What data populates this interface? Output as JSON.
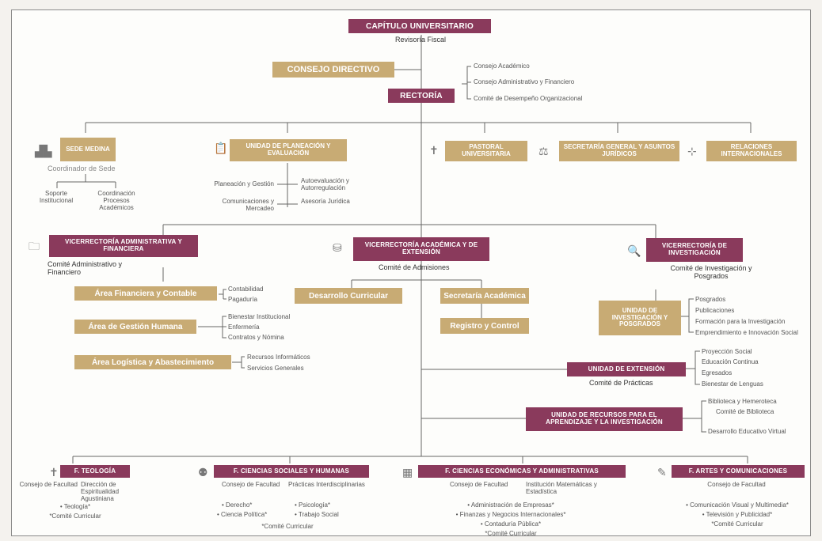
{
  "top": {
    "capitulo": "CAPÍTULO UNIVERSITARIO",
    "revisoria": "Revisoría Fiscal",
    "consejo": "CONSEJO DIRECTIVO",
    "rectoria": "RECTORÍA",
    "comites": [
      "Consejo Académico",
      "Consejo Administrativo y Financiero",
      "Comité de Desempeño Organizacional"
    ]
  },
  "level2": {
    "sede": "SEDE MEDINA",
    "sede_sub": "Coordinador de Sede",
    "sede_items": [
      "Soporte Institucional",
      "Coordinación Procesos Académicos"
    ],
    "planeacion": "UNIDAD DE PLANEACIÓN Y EVALUACIÓN",
    "plan_left": [
      "Planeación y Gestión",
      "Comunicaciones y Mercadeo"
    ],
    "plan_right": [
      "Autoevaluación y Autorregulación",
      "Asesoría Jurídica"
    ],
    "pastoral": "PASTORAL UNIVERSITARIA",
    "secretaria": "SECRETARÍA GENERAL Y ASUNTOS JURÍDICOS",
    "relaciones": "RELACIONES INTERNACIONALES"
  },
  "vice_admin": {
    "title": "VICERRECTORÍA ADMINISTRATIVA Y FINANCIERA",
    "comite": "Comité Administrativo y Financiero",
    "areas": [
      {
        "label": "Área Financiera y Contable",
        "items": [
          "Contabilidad",
          "Pagaduría"
        ]
      },
      {
        "label": "Área de Gestión Humana",
        "items": [
          "Bienestar Institucional",
          "Enfermería",
          "Contratos y Nómina"
        ]
      },
      {
        "label": "Área Logística y Abastecimiento",
        "items": [
          "Recursos Informáticos",
          "Servicios Generales"
        ]
      }
    ]
  },
  "vice_acad": {
    "title": "VICERRECTORÍA ACADÉMICA Y DE EXTENSIÓN",
    "comite": "Comité de Admisiones",
    "desarrollo": "Desarrollo Curricular",
    "secretaria": "Secretaría Académica",
    "registro": "Registro y Control",
    "extension": "UNIDAD DE EXTENSIÓN",
    "extension_comite": "Comité de Prácticas",
    "extension_items": [
      "Proyección Social",
      "Educación Continua",
      "Egresados",
      "Bienestar de Lenguas"
    ],
    "recursos": "UNIDAD DE RECURSOS PARA EL APRENDIZAJE Y LA INVESTIGACIÓN",
    "recursos_items": [
      "Biblioteca y Hemeroteca",
      "Comité de Biblioteca",
      "Desarrollo Educativo Virtual"
    ]
  },
  "vice_inv": {
    "title": "VICERRECTORÍA DE INVESTIGACIÓN",
    "comite": "Comité de Investigación y Posgrados",
    "unidad": "UNIDAD DE INVESTIGACIÓN Y POSGRADOS",
    "items": [
      "Posgrados",
      "Publicaciones",
      "Formación para la Investigación",
      "Emprendimiento e Innovación Social"
    ]
  },
  "faculties": [
    {
      "title": "F. TEOLOGÍA",
      "left": "Consejo de Facultad",
      "right": "Dirección de Espiritualidad Agustiniana",
      "programs": [
        "• Teología*",
        "*Comité Curricular"
      ]
    },
    {
      "title": "F. CIENCIAS SOCIALES Y HUMANAS",
      "left": "Consejo de Facultad",
      "right": "Prácticas Interdisciplinarias",
      "programs": [
        "• Derecho*",
        "• Ciencia Política*",
        "• Psicología*",
        "• Trabajo Social",
        "*Comité Curricular"
      ]
    },
    {
      "title": "F. CIENCIAS ECONÓMICAS Y ADMINISTRATIVAS",
      "left": "Consejo de Facultad",
      "right": "Institución Matemáticas y Estadística",
      "programs": [
        "• Administración de Empresas*",
        "• Finanzas y Negocios Internacionales*",
        "• Contaduría Pública*",
        "*Comité Curricular"
      ]
    },
    {
      "title": "F. ARTES Y COMUNICACIONES",
      "left": "Consejo de Facultad",
      "right": "",
      "programs": [
        "• Comunicación Visual y Multimedia*",
        "• Televisión y Publicidad*",
        "*Comité Curricular"
      ]
    }
  ],
  "colors": {
    "magenta": "#8a3a5c",
    "gold": "#c8ab74"
  },
  "icons": [
    "building-icon",
    "clipboard-icon",
    "cross-icon",
    "scales-icon",
    "globe-icon",
    "folder-icon",
    "database-icon",
    "magnifier-icon",
    "cross-icon",
    "people-icon",
    "calculator-icon",
    "paint-icon"
  ]
}
